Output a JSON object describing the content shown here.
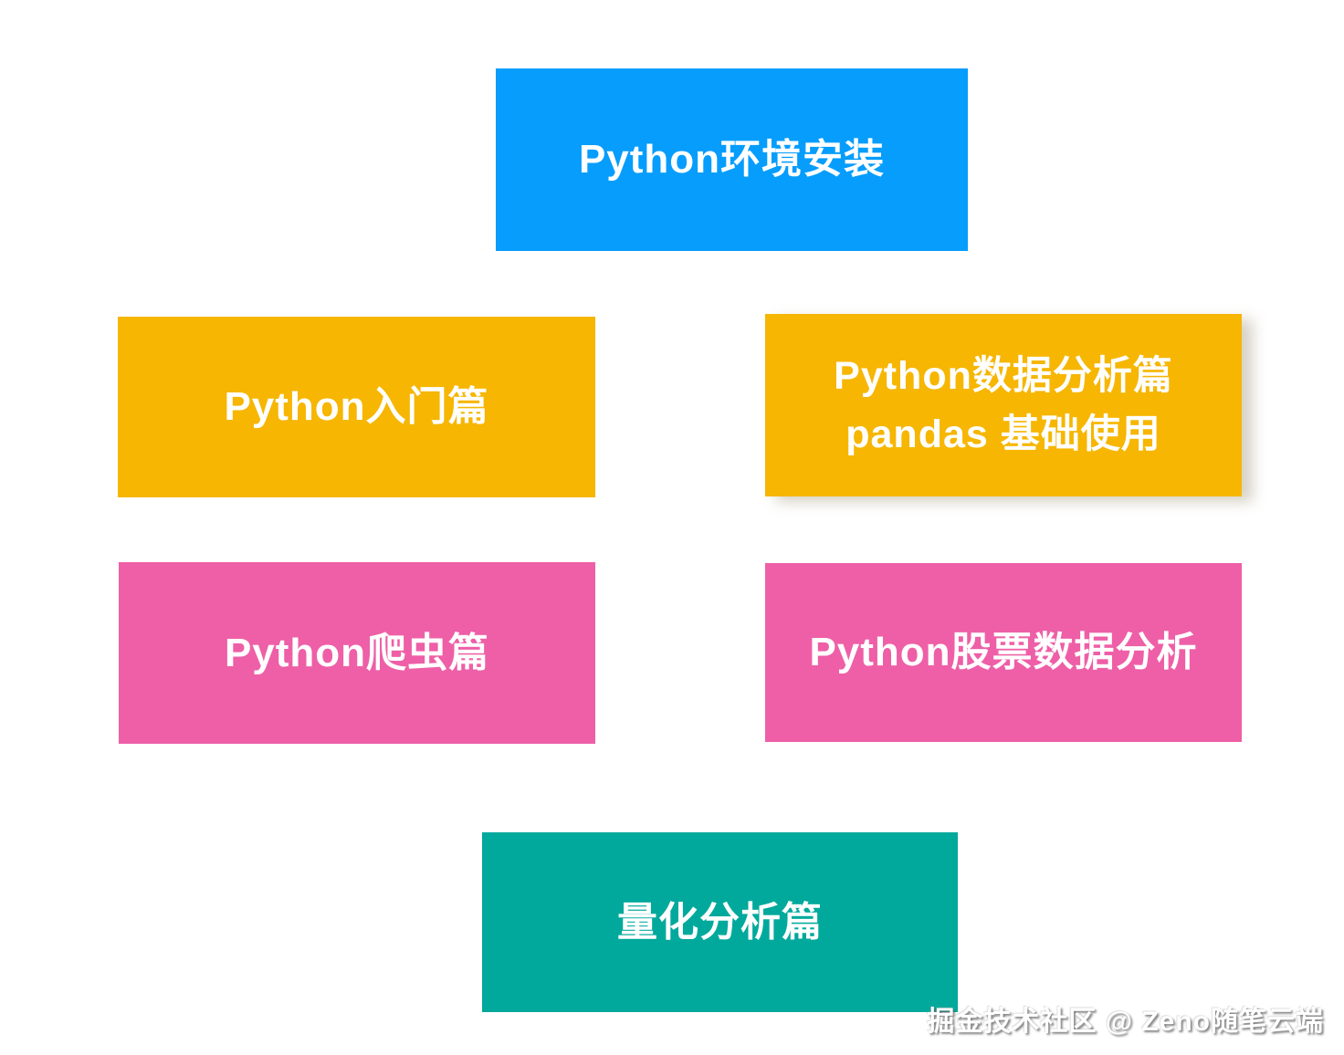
{
  "colors": {
    "blue": "#069DFC",
    "yellow": "#F6B602",
    "pink": "#EE5FA7",
    "teal": "#01A99C",
    "node_text": "#FFFFFF",
    "background": "#FFFFFF"
  },
  "diagram": {
    "nodes": [
      {
        "id": "env-setup",
        "color": "blue",
        "label": "Python环境安装"
      },
      {
        "id": "intro",
        "color": "yellow",
        "label": "Python入门篇"
      },
      {
        "id": "data-analysis",
        "color": "yellow",
        "lines": [
          "Python数据分析篇",
          "pandas 基础使用"
        ]
      },
      {
        "id": "spider",
        "color": "pink",
        "label": "Python爬虫篇"
      },
      {
        "id": "stock",
        "color": "pink",
        "label": "Python股票数据分析"
      },
      {
        "id": "quant",
        "color": "teal",
        "label": "量化分析篇"
      }
    ]
  },
  "watermark": {
    "text": "掘金技术社区 @ Zeno随笔云端"
  }
}
